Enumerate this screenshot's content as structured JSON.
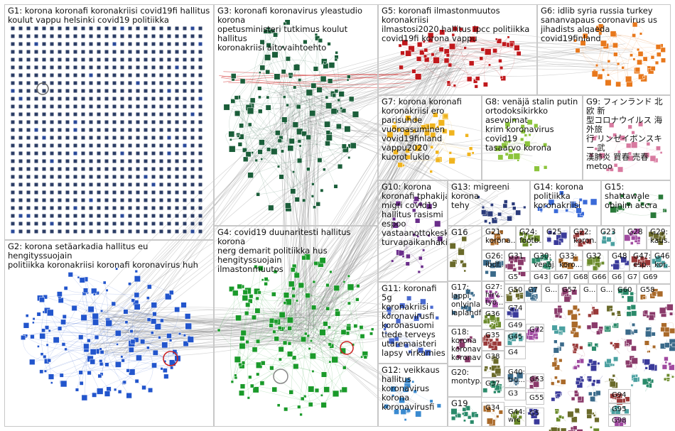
{
  "groups": {
    "G1": "G1: korona koronafi koronakriisi covid19fi hallitus\nkoulut vappu helsinki covid19 politiikka",
    "G2": "G2: korona setäarkadia hallitus eu hengityssuojain\npolitiikka koronakriisi koronafi koronavirus huh",
    "G3": "G3: koronafi koronavirus yleastudio korona\nopetusministeri tutkimus koulut hallitus\nkoronakriisi aitovaihtoehto",
    "G4": "G4: covid19 duunaritesti hallitus korona\nnerg demarit politiikka hus hengityssuojain\nilmastonmuutos",
    "G5": "G5: koronafi ilmastonmuutos koronakriisi\nilmastosi2020 hallitus ipcc politiikka\ncovid19fi korona vappu",
    "G6": "G6: idlib syria russia turkey\nsananvapaus coronavirus us\njihadists alqaeda covid19finland",
    "G7": "G7: korona koronafi\nkoronakriisi ero parisuhde\nvuoroasuminen\nvovid19finland vappu2020\nkuorot lukio",
    "G8": "G8: venäjä stalin putin\nortodoksikirkko asevoimat\nkrim koronavirus covid19\ntasaarvo korona",
    "G9": "G9: フィンランド 北欧 新\n型コロナウイルス 海外旅\n行 リンゼイボンスキー 武\n漢肺炎 買春 売春\nmetoo",
    "G10": "G10: korona\nkoronafi tphakijat\nmigri covid19\nhallitus rasismi\nespoo\nvastaanottokesk...\nturvapaikanhakija",
    "G11": "G11: koronafi 5g\nkoronakriisi\nkoronavirusfi\nkoronasuomi\ntiede terveys\nutaremaisteri\nlapsy virkamies",
    "G12": "G12: veikkaus\nhallitus\nkoronavirus\nkorona\nkoronavirusfi",
    "G13": "G13: migreeni korona\ntehy",
    "G14": "G14: korona\npolitiikka\nkoronakriisi",
    "G15": "G15: shattawale\nobinim accra",
    "G16": "G16",
    "G17": "G17:\nlappi\nonlyinla...\nlaplandf...",
    "G18": "G18:\nkorona\nkoronav...\nkoronav...",
    "G19": "G19",
    "G20": "G20:\nmontyp...",
    "G21": "G21:\nkorona...",
    "G22": "G22:\nkoron...",
    "G23": "G23",
    "G24": "G24:\nfootb...",
    "G25": "G25",
    "G26": "G26:\nibdf...",
    "G27": "G27:\nhirv...\ntyö...",
    "G28": "G28",
    "G29": "G29:\nkaus...",
    "G30": "G30:\nvenäj...",
    "G31": "G31",
    "G32": "G32",
    "G33": "G33:\nkoro...",
    "G34": "G34",
    "G35": "G35",
    "G36": "G36",
    "G37": "G37",
    "G38": "G38",
    "G40": "G40:\ntru...",
    "G44": "G44:\nwrc",
    "G46": "G46:\nkor...",
    "G47": "G47:\nesp...",
    "G48": "G48",
    "G50": "G50",
    "G55": "G55",
    "G57": "G57",
    "G58": "G58",
    "G60": "G60",
    "G63": "G63",
    "G66": "G66",
    "G67": "G67",
    "G68": "G68",
    "G69": "G69",
    "G72": "G72",
    "G74": "G74",
    "G94": "G94",
    "G95": "G95",
    "G98": "G98",
    "G3b": "G3",
    "G4b": "G4",
    "G43": "G43",
    "G45": "G45",
    "G49": "G49",
    "G5b": "G5",
    "G6b": "G6",
    "G7b": "G7",
    "G5c": "G5",
    "Gx": "G...",
    "G7c": "G7"
  },
  "colors": {
    "G1": "#2c3e66",
    "G2": "#2255cc",
    "G3": "#1b5e3a",
    "G4": "#1a9a2a",
    "G5": "#c0181c",
    "G6": "#e8781c",
    "G7": "#f0b41e",
    "G8": "#8cc43c",
    "G9": "#d87aa0",
    "G10": "#6a2d8a",
    "G11": "#4a6ad0",
    "G12": "#3a8ad0",
    "G13": "#2a3a7a",
    "G14": "#3a6ad8",
    "G15": "#2a7a3a",
    "edge": "#8c8c8c"
  }
}
